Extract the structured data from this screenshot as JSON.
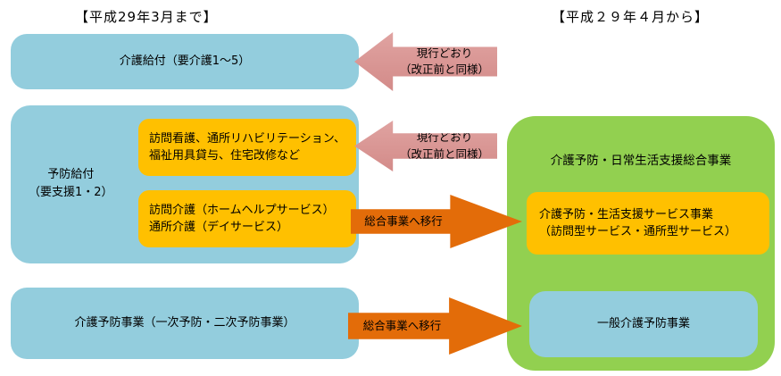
{
  "headers": {
    "before": "【平成29年3月まで】",
    "after": "【平成２９年４月から】"
  },
  "before_column": {
    "kaigo_kyufu": {
      "label": "介護給付（要介護1～5）"
    },
    "yobo_kyufu": {
      "label": "予防給付\n（要支援1・2）",
      "services_continuing": "訪問看護、通所リハビリテーション、福祉用具貸与、住宅改修など",
      "services_moving": "訪問介護（ホームヘルプサービス）\n通所介護（デイサービス）"
    },
    "kaigo_yobo_jigyo": {
      "label": "介護予防事業（一次予防・二次予防事業）"
    }
  },
  "after_column": {
    "sogo_jigyo": {
      "title": "介護予防・日常生活支援総合事業",
      "service_jigyo": "介護予防・生活支援サービス事業\n（訪問型サービス・通所型サービス）",
      "ippan_yobo": "一般介護予防事業"
    }
  },
  "arrows": {
    "current_unchanged": "現行どおり\n（改正前と同様）",
    "transition": "総合事業へ移行"
  },
  "colors": {
    "blue_box": "#93CDDD",
    "green_box": "#92D050",
    "orange_box": "#FFC000",
    "pink_arrow": "#D99694",
    "orange_arrow": "#E36C09"
  }
}
